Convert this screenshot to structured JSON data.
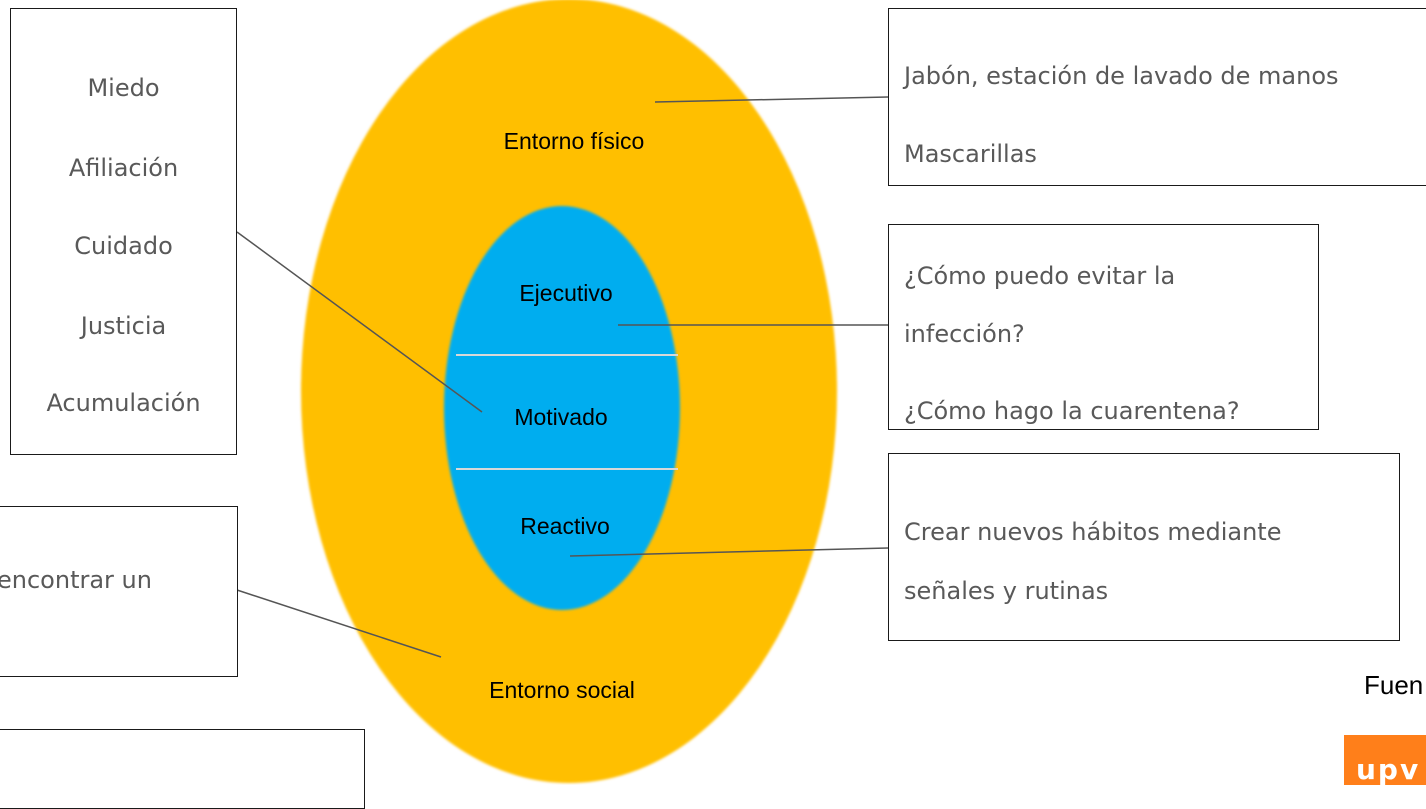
{
  "ellipses": {
    "outer": {
      "top_label": "Entorno físico",
      "bottom_label": "Entorno social",
      "color": "#ffbf00"
    },
    "inner": {
      "labels": [
        "Ejecutivo",
        "Motivado",
        "Reactivo"
      ],
      "color": "#00adef"
    }
  },
  "boxes": {
    "motives": {
      "lines": [
        "Miedo",
        "Afiliación",
        "Cuidado",
        "Justicia",
        "Acumulación"
      ]
    },
    "physical": {
      "lines": [
        "Jabón, estación de lavado de manos",
        "Mascarillas"
      ]
    },
    "executive": {
      "lines": [
        "¿Cómo puedo evitar la",
        "infección?",
        "¿Cómo hago la cuarentena?"
      ]
    },
    "reactive": {
      "lines": [
        "Crear nuevos hábitos mediante",
        "señales y rutinas"
      ]
    },
    "social": {
      "lines": [
        "encontrar un"
      ]
    },
    "bottom": {
      "lines": []
    }
  },
  "footer": {
    "source_label": "Fuen",
    "logo_text": "upv",
    "logo_color": "#ff7f1a"
  }
}
